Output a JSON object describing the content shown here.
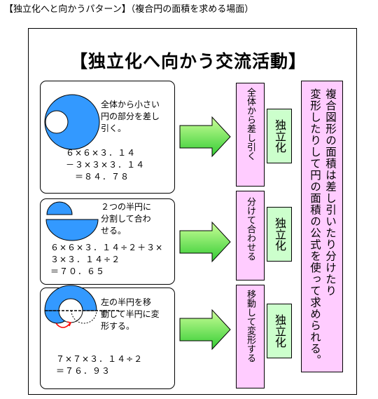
{
  "caption": "【独立化へと向かうパターン】（複合円の面積を求める場面）",
  "title": "【独立化へ向かう交流活動】",
  "cards": [
    {
      "description": "全体から小さい\n円の部分を差し\n引く。",
      "formula": "６×６×３．１４\n－３×３×３．１４\n　＝８４．７８"
    },
    {
      "description": "２つの半円に\n分割して合わ\nせる。",
      "formula": "６×６×３．１４÷２＋３×\n３×３．１４÷２\n＝７０．６５"
    },
    {
      "description": "左の半円を移\n動して半円に変\n形する。",
      "formula": "７×７×３．１４÷２\n＝７６．９３"
    }
  ],
  "methods": [
    "全体から差し引く",
    "分けて合わせる",
    "移動して変形する"
  ],
  "independent_label": "独立化",
  "conclusion": "複合図形の面積は差し引いたり分けたり変形したりして円の面積の公式を使って求められる。",
  "colors": {
    "blue": "#3399ff",
    "pink": "#ffccff",
    "green": "#ccffcc",
    "arrow_top": "#ccff99",
    "arrow_bottom": "#33cc33",
    "red_arrow": "#ff0000"
  }
}
